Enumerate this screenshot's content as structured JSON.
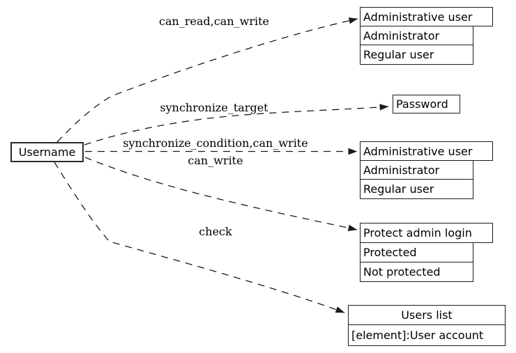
{
  "source_node": {
    "label": "Username"
  },
  "edge_labels": {
    "read_write": "can_read,can_write",
    "sync_target": "synchronize_target",
    "sync_condition_write": "synchronize_condition,can_write",
    "can_write": "can_write",
    "check": "check"
  },
  "nodes": {
    "admin_user_top": {
      "header": "Administrative user",
      "rows": [
        "Administrator",
        "Regular user"
      ]
    },
    "password": {
      "label": "Password"
    },
    "admin_user_mid": {
      "header": "Administrative user",
      "rows": [
        "Administrator",
        "Regular user"
      ]
    },
    "protect_admin_login": {
      "header": "Protect admin login",
      "rows": [
        "Protected",
        "Not protected"
      ]
    },
    "users_list": {
      "header": "Users list",
      "rows": [
        "[element]:User account"
      ]
    }
  },
  "colors": {
    "background": "#ffffff",
    "stroke": "#1a1a1a",
    "text": "#000000"
  }
}
